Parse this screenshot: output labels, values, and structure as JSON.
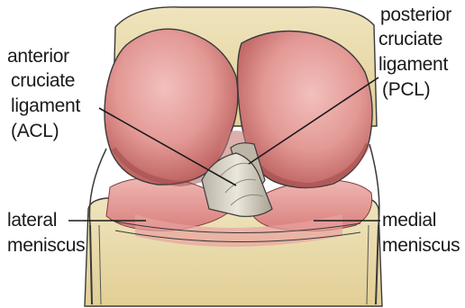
{
  "labels": {
    "acl": [
      "anterior",
      "cruciate",
      "ligament",
      "(ACL)"
    ],
    "pcl": [
      "posterior",
      "cruciate",
      "ligament",
      "(PCL)"
    ],
    "lateral_meniscus": [
      "lateral",
      "meniscus"
    ],
    "medial_meniscus": [
      "medial",
      "meniscus"
    ]
  },
  "colors": {
    "femur": "#e79d9a",
    "femur_shadow": "#bf5f60",
    "bone": "#ecdcae",
    "meniscus": "#e59694",
    "ligament": "#d7d3c8",
    "outline": "#2b2b2b"
  }
}
